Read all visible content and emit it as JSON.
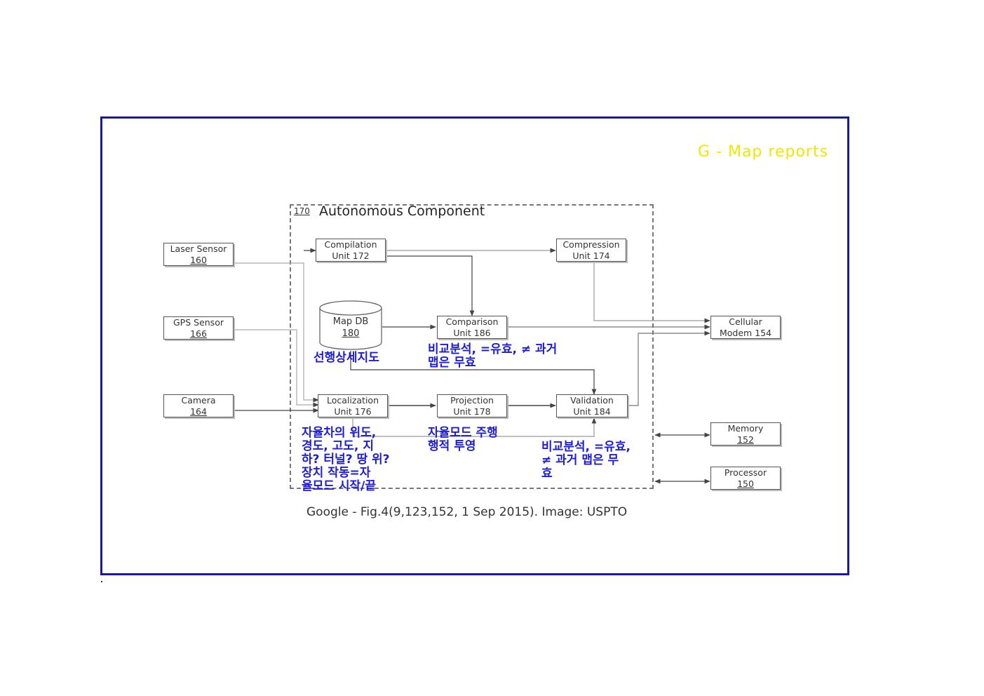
{
  "heading": "G - Map reports",
  "component": {
    "number": "170",
    "title": "Autonomous Component"
  },
  "boxes": {
    "laser": {
      "label": "Laser Sensor",
      "num": "160"
    },
    "gps": {
      "label": "GPS Sensor",
      "num": "166"
    },
    "camera": {
      "label": "Camera",
      "num": "164"
    },
    "compilation": {
      "label": "Compilation",
      "num": "Unit 172"
    },
    "compression": {
      "label": "Compression",
      "num": "Unit 174"
    },
    "comparison": {
      "label": "Comparison",
      "num": "Unit 186"
    },
    "localization": {
      "label": "Localization",
      "num": "Unit 176"
    },
    "projection": {
      "label": "Projection",
      "num": "Unit 178"
    },
    "validation": {
      "label": "Validation",
      "num": "Unit 184"
    },
    "cellular": {
      "label": "Cellular",
      "num": "Modem 154"
    },
    "memory": {
      "label": "Memory",
      "num": "152"
    },
    "processor": {
      "label": "Processor",
      "num": "150"
    },
    "mapdb": {
      "label": "Map DB",
      "num": "180"
    }
  },
  "notes": {
    "mapdb": "선행상세지도",
    "comparison": "비교분석, =유효, ≠ 과거\n맵은 무효",
    "localization": "자율차의 위도,\n경도, 고도, 지\n하? 터널? 땅 위?\n장치 작동=자\n율모드 시작/끝",
    "projection": "자율모드 주행\n행적 투영",
    "validation": "비교분석, =유효,\n≠ 과거   맵은 무\n효"
  },
  "caption": "Google - Fig.4(9,123,152, 1 Sep 2015). Image: USPTO",
  "colors": {
    "frame": "#1a1a9c",
    "heading": "#f2e600",
    "notes": "#1d1dd6"
  }
}
